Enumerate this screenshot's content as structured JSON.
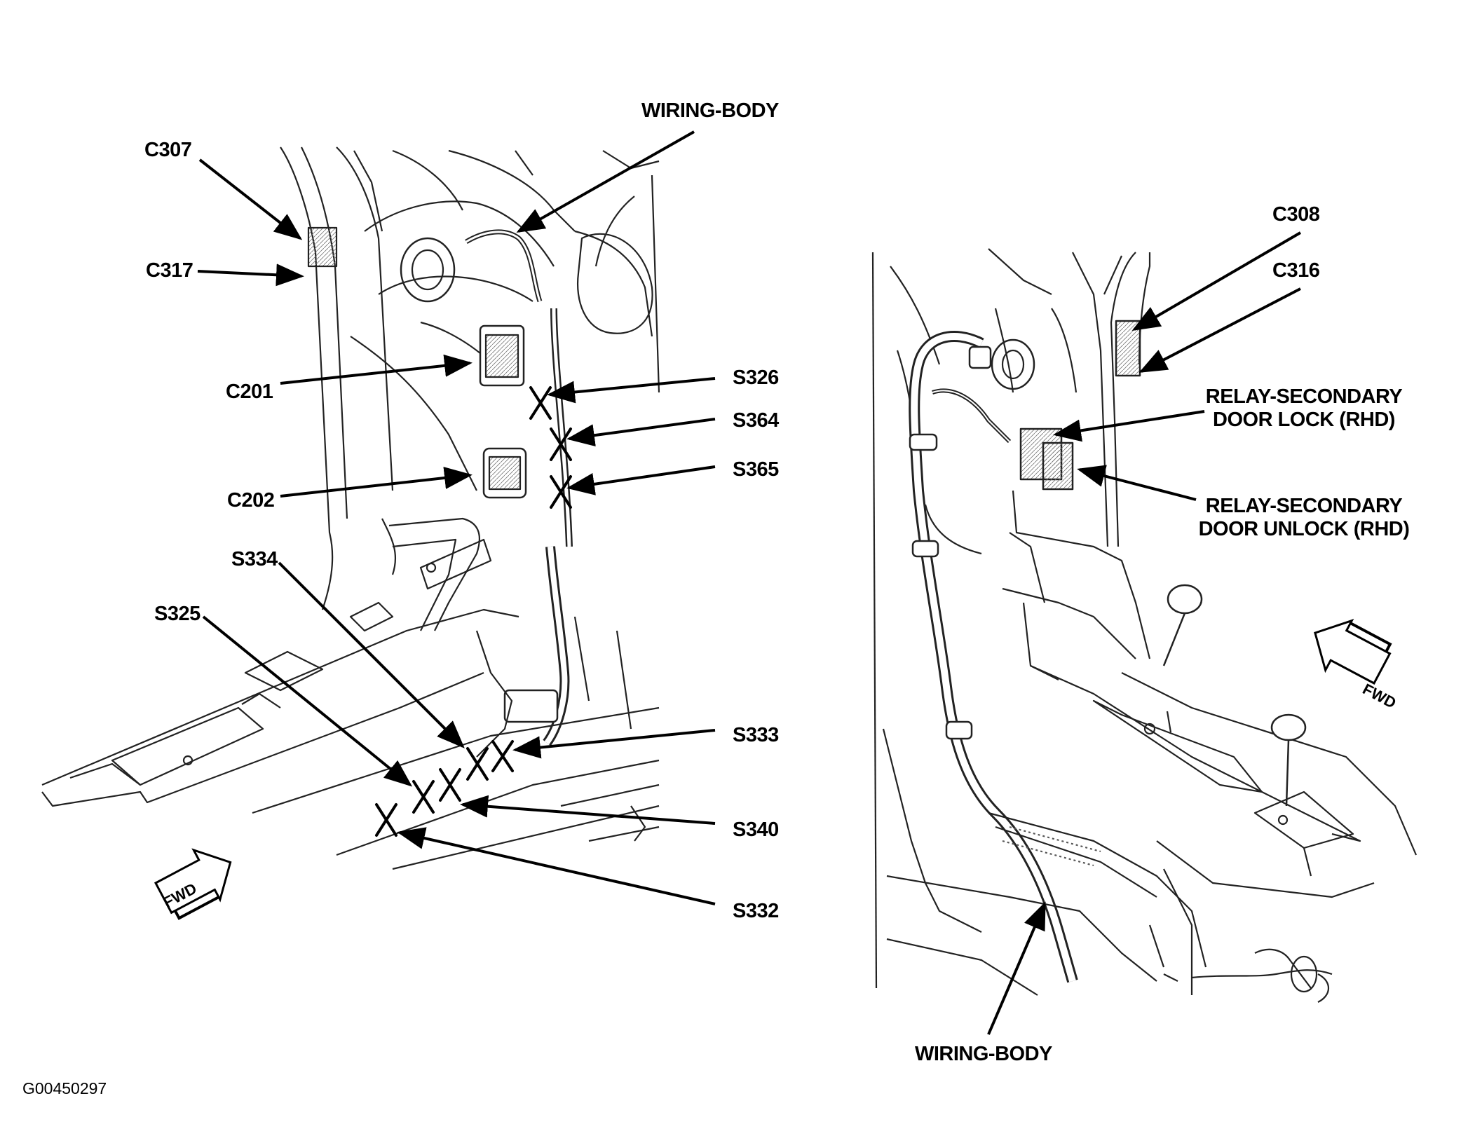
{
  "figure_id": "G00450297",
  "left_view": {
    "labels": {
      "wiring_body": "WIRING-BODY",
      "c307": "C307",
      "c317": "C317",
      "c201": "C201",
      "c202": "C202",
      "s326": "S326",
      "s364": "S364",
      "s365": "S365",
      "s334": "S334",
      "s325": "S325",
      "s333": "S333",
      "s340": "S340",
      "s332": "S332"
    },
    "fwd": "FWD"
  },
  "right_view": {
    "labels": {
      "c308": "C308",
      "c316": "C316",
      "relay_lock_line1": "RELAY-SECONDARY",
      "relay_lock_line2": "DOOR LOCK (RHD)",
      "relay_unlock_line1": "RELAY-SECONDARY",
      "relay_unlock_line2": "DOOR UNLOCK (RHD)",
      "wiring_body": "WIRING-BODY"
    },
    "fwd": "FWD"
  }
}
